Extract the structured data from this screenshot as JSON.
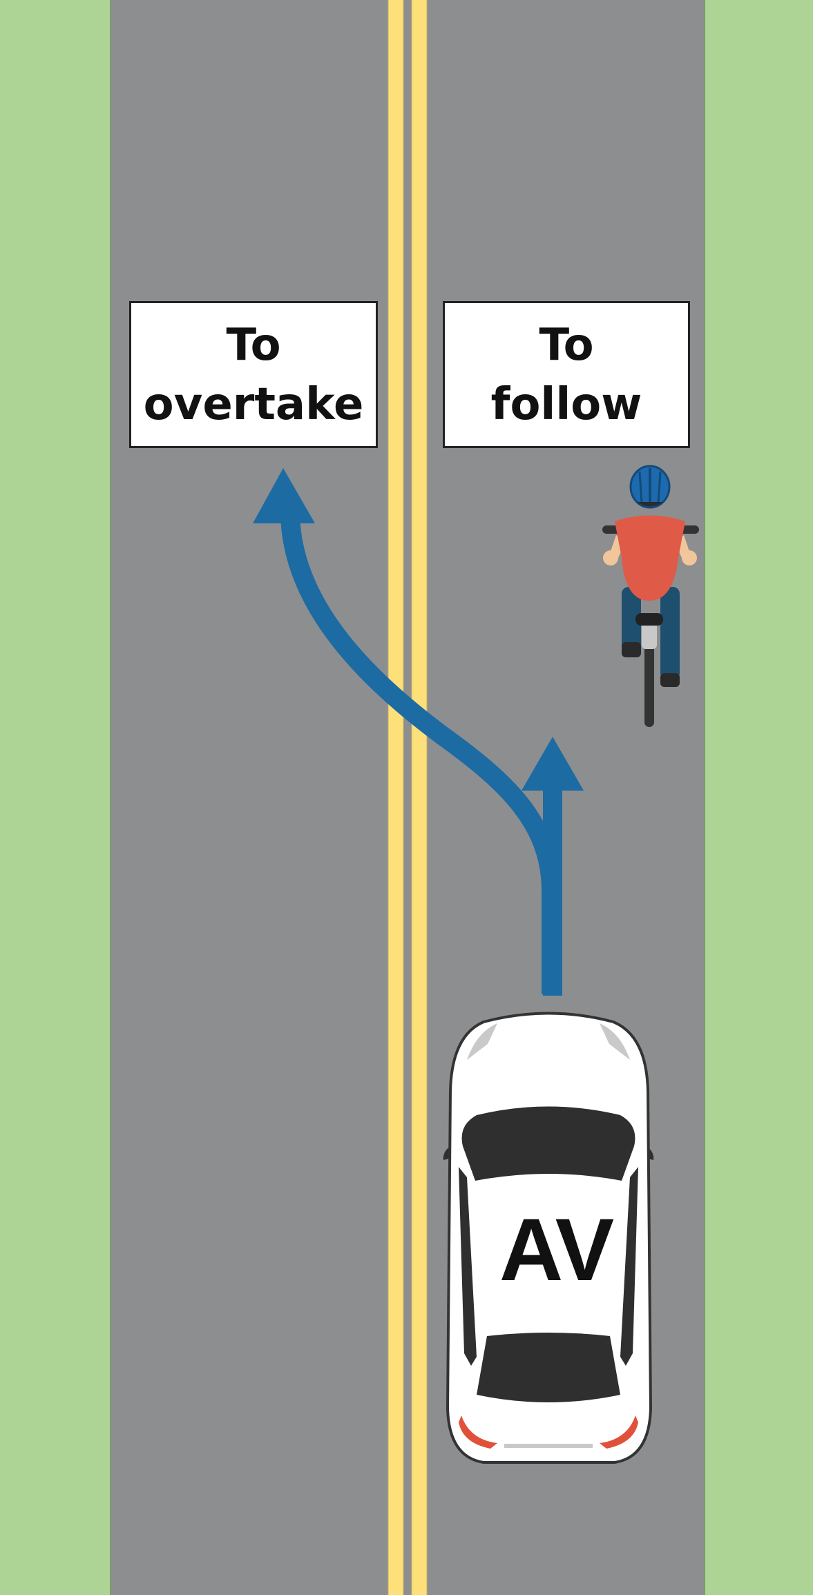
{
  "colors": {
    "grass": "#add395",
    "road": "#8d8e90",
    "centerline": "#fde07a",
    "arrow": "#1c6ba3",
    "label_border": "#222222",
    "car_body": "#ffffff",
    "car_glass": "#2f2f2f",
    "taillight": "#e0513a",
    "cyclist_shirt": "#e05a48",
    "cyclist_helmet": "#1d6bae",
    "cyclist_pants": "#1f4f6e"
  },
  "labels": {
    "overtake_line1": "To",
    "overtake_line2": "overtake",
    "follow_line1": "To",
    "follow_line2": "follow"
  },
  "vehicle": {
    "label": "AV"
  },
  "icons": [
    "car-icon",
    "cyclist-icon",
    "arrow-up-icon"
  ]
}
